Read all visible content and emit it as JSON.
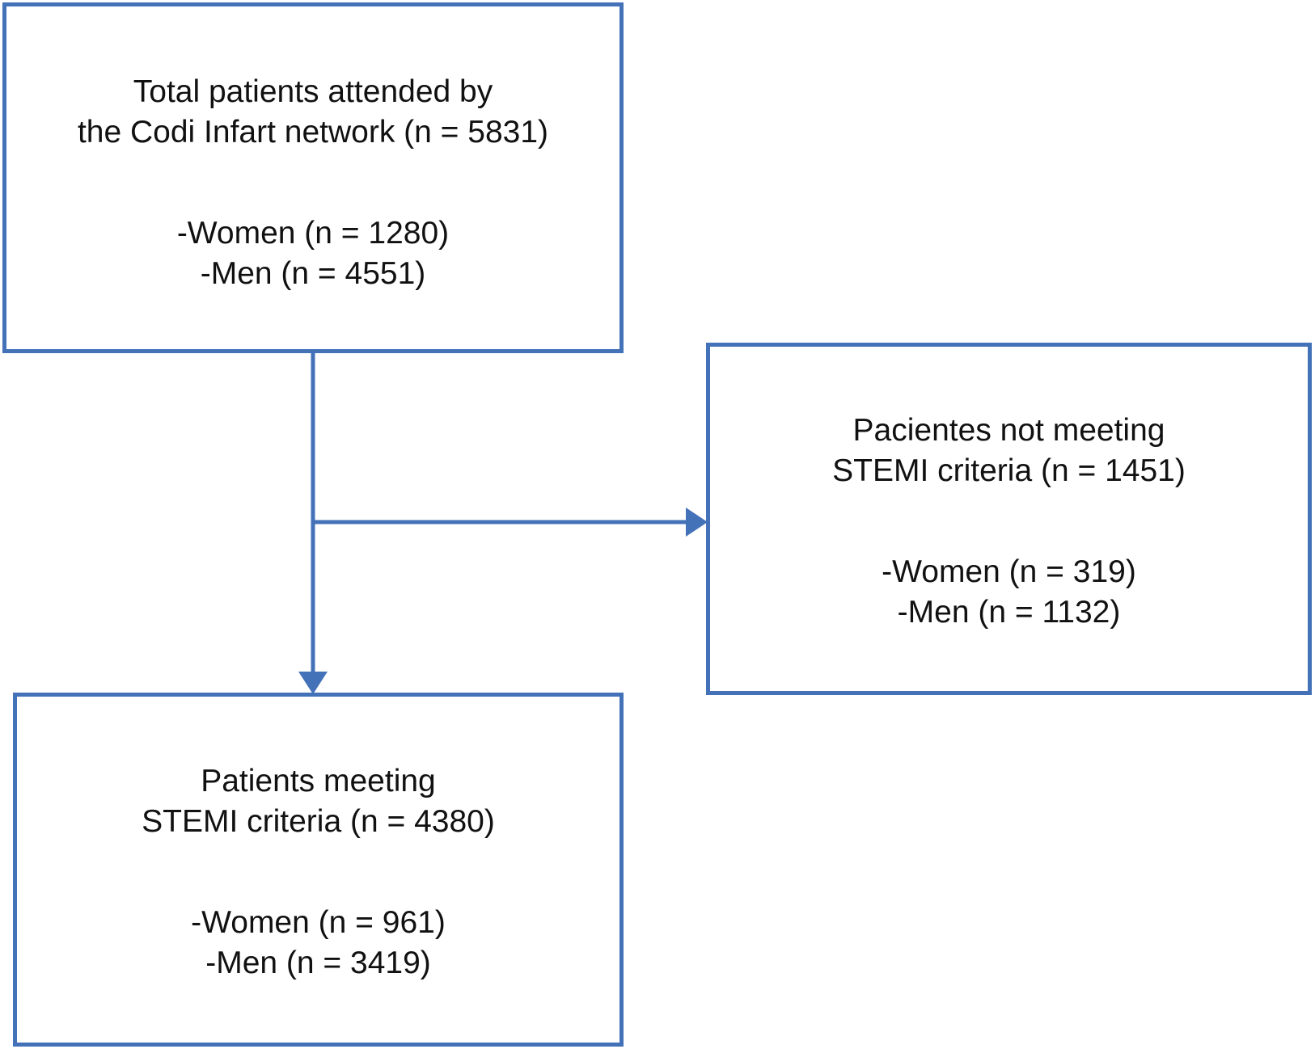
{
  "colors": {
    "box_border": "#4472b8",
    "arrow": "#4472b8",
    "text": "#111111",
    "background": "#ffffff"
  },
  "boxes": {
    "total": {
      "title_line1": "Total patients attended by",
      "title_line2": "the Codi Infart network (n = 5831)",
      "women": "-Women (n = 1280)",
      "men": "-Men (n = 4551)"
    },
    "not_meeting": {
      "title_line1": "Pacientes not meeting",
      "title_line2": "STEMI criteria (n = 1451)",
      "women": "-Women (n = 319)",
      "men": "-Men (n = 1132)"
    },
    "meeting": {
      "title_line1": "Patients meeting",
      "title_line2": "STEMI criteria (n = 4380)",
      "women": "-Women (n = 961)",
      "men": "-Men (n = 3419)"
    }
  }
}
